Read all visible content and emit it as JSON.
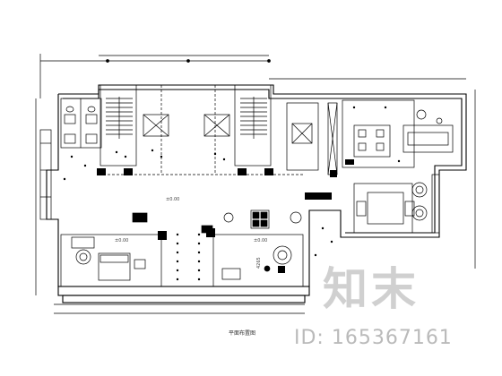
{
  "drawing": {
    "title": "平面布置图",
    "room_labels": {
      "hall": "±0.00",
      "bedroom": "±0.00",
      "study": "±0.00",
      "study_vertical": "4265"
    }
  },
  "watermark": {
    "logo_text": "知末",
    "id_text": "ID: 165367161"
  },
  "colors": {
    "line": "#000000",
    "watermark": "#969696"
  }
}
